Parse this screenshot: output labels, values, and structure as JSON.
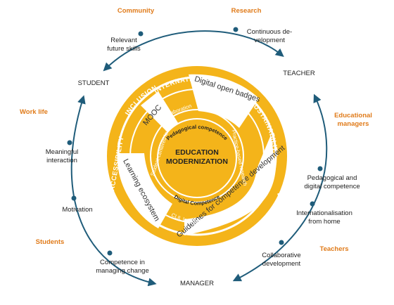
{
  "center": {
    "line1": "EDUCATION",
    "line2": "MODERNIZATION"
  },
  "outer_ring": {
    "internationalization": "INTERNATIONALIZATION",
    "inclusion": "INCLUSION",
    "sustainability": "SUSTAINABILITY",
    "equality": "EQUALITY",
    "accessibility": "ACCESSIBILITY"
  },
  "boxes": {
    "mooc": "MOOC",
    "digital_open_badges": "Digital open badges",
    "learning_ecosystem": "Learning ecosystem",
    "guidelines": "Guidelines for competence development"
  },
  "inner_ring": {
    "collaboration": "Collaboration",
    "co_creation": "Co-creation",
    "pedagogical_competence": "Pedagogical competence",
    "student_centered": "Student-centered learning",
    "practice_based": "Practice-based research",
    "digital_competence": "Digital Competence",
    "clil": "CLIL language learning"
  },
  "roles": {
    "student": "STUDENT",
    "teacher": "TEACHER",
    "manager": "MANAGER"
  },
  "groups": {
    "community": "Community",
    "research": "Research",
    "work_life": "Work life",
    "educational_managers_1": "Educational",
    "educational_managers_2": "managers",
    "students": "Students",
    "teachers": "Teachers"
  },
  "cycle_labels": {
    "relevant_1": "Relevant",
    "relevant_2": "future skills",
    "continuous_1": "Continuous de-",
    "continuous_2": "velopment",
    "meaningful_1": "Meaningful",
    "meaningful_2": "interaction",
    "motivation": "Motivation",
    "competence_change_1": "Competence in",
    "competence_change_2": "managing change",
    "pedagogical_digital_1": "Pedagogical and",
    "pedagogical_digital_2": "digital competence",
    "internationalisation_1": "Internationalisation",
    "internationalisation_2": "from home",
    "collaborative_1": "Collaborative",
    "collaborative_2": "development"
  },
  "colors": {
    "gold": "#F4B41A",
    "navy": "#1F5C7A",
    "orange": "#E07B1A",
    "white": "#FFFFFF"
  }
}
